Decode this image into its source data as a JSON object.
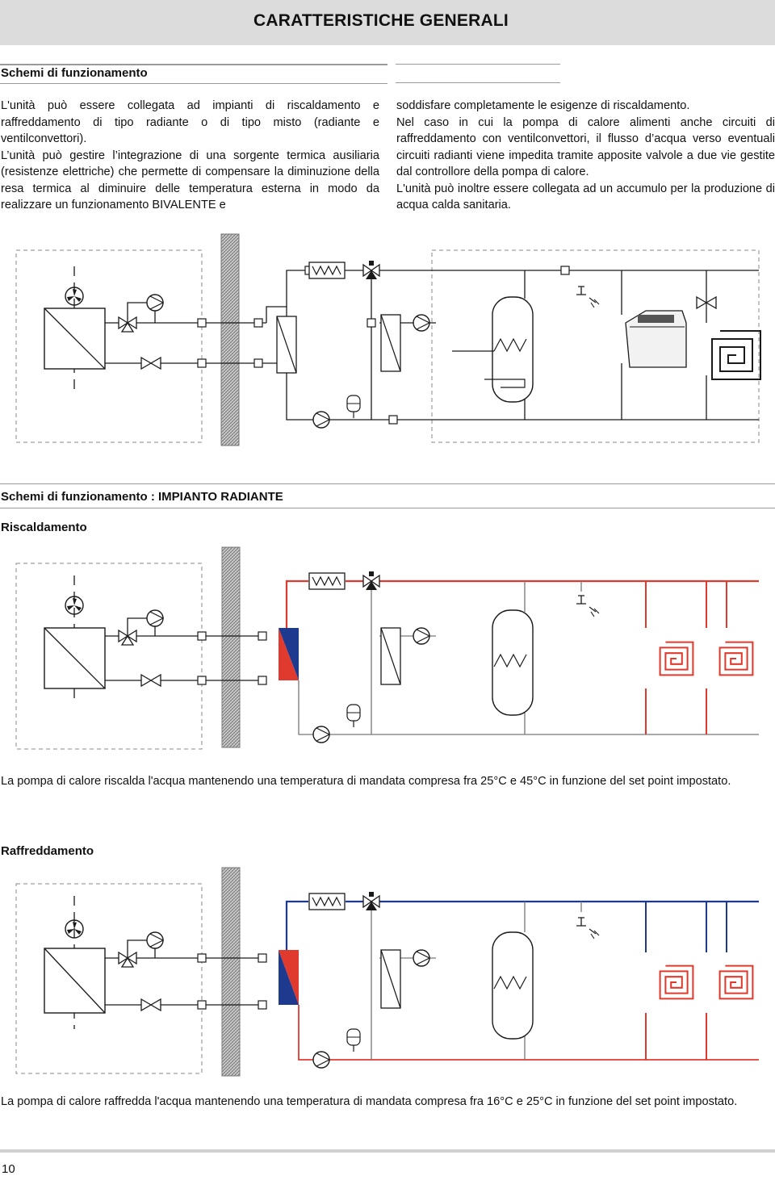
{
  "header": {
    "title": "CARATTERISTICHE GENERALI"
  },
  "section1": {
    "title": "Schemi di funzionamento",
    "left_paragraphs": [
      "L'unità può essere collegata ad impianti di riscaldamento e raffreddamento di tipo radiante o di tipo misto (radiante e ventilconvettori).",
      "L’unità può gestire l’integrazione di una sorgente termica ausiliaria (resistenze elettriche) che permette di compensare la diminuzione della resa termica al diminuire delle temperatura esterna in modo da realizzare un funzionamento BIVALENTE e"
    ],
    "right_paragraphs": [
      "soddisfare completamente le esigenze di riscaldamento.",
      "Nel caso in cui la pompa di calore alimenti anche circuiti di raffreddamento con ventilconvettori, il flusso d’acqua verso eventuali circuiti radianti viene impedita tramite apposite valvole a due vie gestite dal controllore della pompa di calore.",
      "L'unità può inoltre essere collegata ad un accumulo per la produzione di acqua calda sanitaria."
    ]
  },
  "section2": {
    "title": "Schemi di funzionamento : IMPIANTO RADIANTE",
    "heating": {
      "title": "Riscaldamento",
      "caption": "La pompa di calore riscalda l'acqua mantenendo una temperatura di mandata compresa fra 25°C e 45°C in funzione del set point impostato."
    },
    "cooling": {
      "title": "Raffreddamento",
      "caption": "La pompa di calore raffredda l'acqua mantenendo una temperatura di mandata compresa fra 16°C e 25°C in funzione del set point impostato."
    }
  },
  "colors": {
    "supply_hot": "#e03a2f",
    "return_cold": "#1d3a8f",
    "line": "#1a1a1a",
    "header_bg": "#dcdcdc"
  },
  "footer": {
    "page_number": "10"
  }
}
